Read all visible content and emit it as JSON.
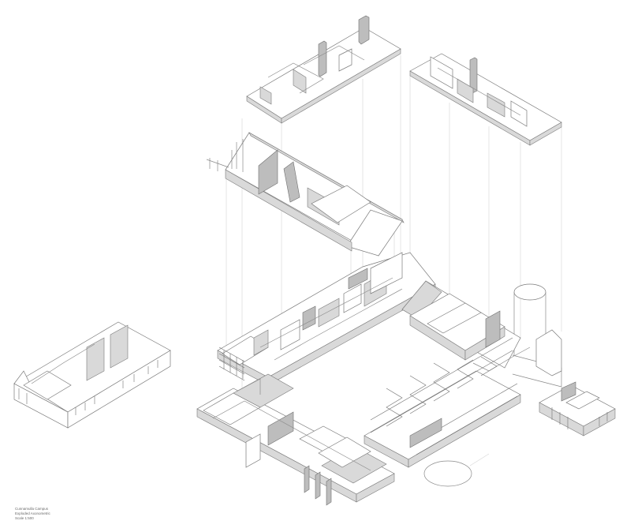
{
  "caption": {
    "line1": "Cunnamulla Campus",
    "line2": "Exploded Axonometric",
    "line3": "Scale 1:500"
  }
}
